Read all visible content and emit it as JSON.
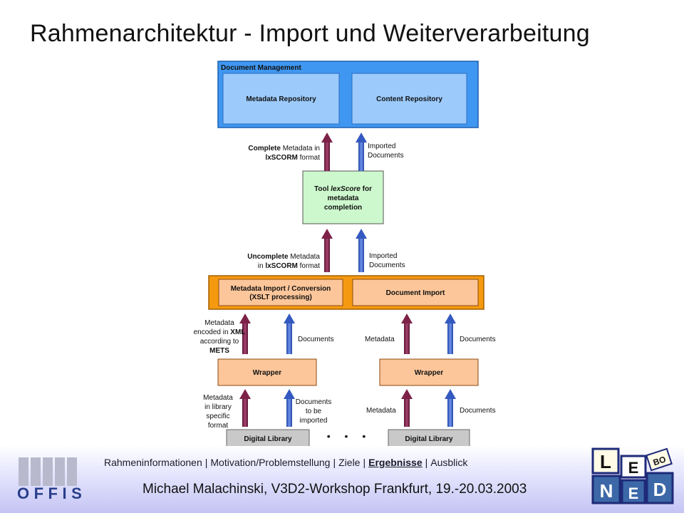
{
  "slide": {
    "title": "Rahmenarchitektur - Import und Weiterverarbeitung"
  },
  "diagram": {
    "document_management": {
      "label": "Document Management",
      "metadata_repository": "Metadata Repository",
      "content_repository": "Content Repository"
    },
    "tool_box": {
      "line1_pre": "Tool ",
      "line1_italic": "lexScore",
      "line1_post": " for",
      "line2": "metadata",
      "line3": "completion"
    },
    "import_layer": {
      "metadata_import_line1": "Metadata Import / Conversion",
      "metadata_import_line2": "(XSLT processing)",
      "document_import": "Document Import"
    },
    "wrapper_left": "Wrapper",
    "wrapper_right": "Wrapper",
    "library_left": "Digital Library",
    "library_right": "Digital Library",
    "ellipsis": "• • •",
    "edge_labels": {
      "complete_bold": "Complete",
      "complete_rest": " Metadata in",
      "complete_line2_bold": "lxSCORM",
      "complete_line2_rest": " format",
      "imported_docs_top_1": "Imported",
      "imported_docs_top_2": "Documents",
      "uncomplete_bold": "Uncomplete",
      "uncomplete_rest": " Metadata",
      "uncomplete_line2_pre": "in ",
      "uncomplete_line2_bold": "lxSCORM",
      "uncomplete_line2_rest": " format",
      "imported_docs_mid_1": "Imported",
      "imported_docs_mid_2": "Documents",
      "xml_1": "Metadata",
      "xml_2_pre": "encoded in ",
      "xml_2_bold": "XML",
      "xml_3": "according to",
      "xml_4": "METS",
      "documents_left_upper": "Documents",
      "metadata_right_upper": "Metadata",
      "documents_right_upper": "Documents",
      "lib_meta_1": "Metadata",
      "lib_meta_2": "in library",
      "lib_meta_3": "specific",
      "lib_meta_4": "format",
      "docs_import_1": "Documents",
      "docs_import_2": "to be",
      "docs_import_3": "imported",
      "metadata_right_lower": "Metadata",
      "documents_right_lower": "Documents"
    },
    "colors": {
      "metadata_arrow": "#8b2b55",
      "document_arrow": "#3d67d6",
      "doc_mgmt_fill": "#3f97f1",
      "repo_fill": "#9ccafb",
      "tool_fill": "#cdf8cd",
      "import_fill": "#f59a10",
      "import_inner": "#fcc69a",
      "wrapper_fill": "#fcc69a",
      "library_fill": "#c9c9c9"
    }
  },
  "footer": {
    "nav_items": [
      "Rahmeninformationen",
      "Motivation/Problemstellung",
      "Ziele",
      "Ergebnisse",
      "Ausblick"
    ],
    "nav_current": "Ergebnisse",
    "presenter": "Michael Malachinski, V3D2-Workshop Frankfurt, 19.-20.03.2003",
    "offis_logo_text": "OFFIS",
    "lned_logo_letters": [
      "L",
      "E",
      "N",
      "E",
      "D",
      "BO"
    ]
  }
}
